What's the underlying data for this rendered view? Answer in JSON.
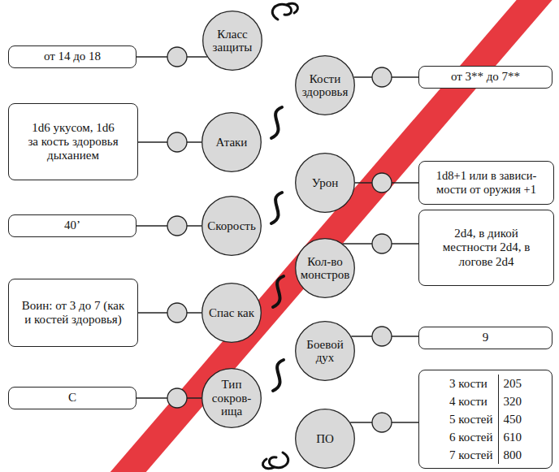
{
  "diagram": {
    "nodes": [
      {
        "text": [
          "от 14 до 18"
        ]
      },
      {
        "text": [
          "Класс защиты"
        ]
      },
      {
        "text": [
          "Кости здоровья"
        ]
      },
      {
        "text": [
          "от 3** до 7**"
        ]
      },
      {
        "text": [
          "1d6 укусом, 1d6 за кость здоровья дыханием"
        ]
      },
      {
        "text": [
          "Атаки"
        ]
      },
      {
        "text": [
          "Урон"
        ]
      },
      {
        "text": [
          "1d8+1 или в зависи-мости от оружия +1"
        ]
      },
      {
        "text": [
          "40’"
        ]
      },
      {
        "text": [
          "Скорость"
        ]
      },
      {
        "text": [
          "Кол-во монстров"
        ]
      },
      {
        "text": [
          "2d4, в дикой местности 2d4, в логове 2d4"
        ]
      },
      {
        "text": [
          "Воин: от 3 до 7 (как и костей здоровья)"
        ]
      },
      {
        "text": [
          "Спас как"
        ]
      },
      {
        "text": [
          "Боевой дух"
        ]
      },
      {
        "text": [
          "9"
        ]
      },
      {
        "text": [
          "С"
        ]
      },
      {
        "text": [
          "Тип сокров-ища"
        ]
      },
      {
        "text": [
          "ПО"
        ]
      },
      {
        "text": [
          "3 кости",
          "205",
          "4 кости",
          "320",
          "5 костей",
          "450",
          "6 костей",
          "610",
          "7 костей",
          "800"
        ]
      }
    ],
    "edges": [
      {
        "from": 1,
        "to": 0,
        "arrow": "none"
      },
      {
        "from": 2,
        "to": 3,
        "arrow": "none"
      },
      {
        "from": 5,
        "to": 4,
        "arrow": "none"
      },
      {
        "from": 6,
        "to": 7,
        "arrow": "none"
      },
      {
        "from": 9,
        "to": 8,
        "arrow": "none"
      },
      {
        "from": 10,
        "to": 11,
        "arrow": "none"
      },
      {
        "from": 13,
        "to": 12,
        "arrow": "none"
      },
      {
        "from": 14,
        "to": 15,
        "arrow": "none"
      },
      {
        "from": 17,
        "to": 16,
        "arrow": "none"
      },
      {
        "from": 18,
        "to": 19,
        "arrow": "none"
      }
    ]
  }
}
